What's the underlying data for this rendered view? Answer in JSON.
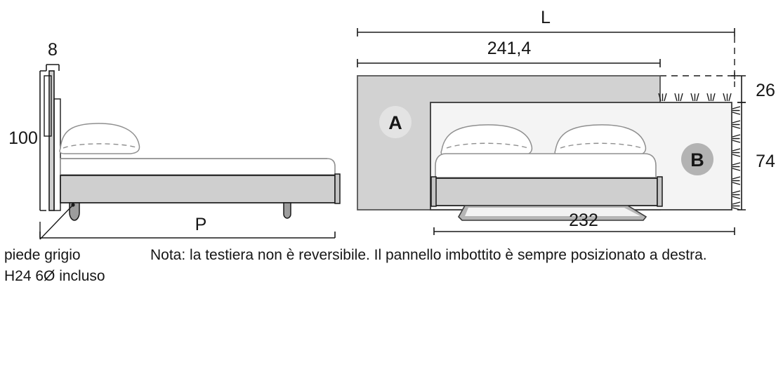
{
  "drawing": {
    "title": "Bed dimensional drawing",
    "side_view": {
      "name": "side-elevation",
      "dimensions": {
        "headboard_thickness": "8",
        "headboard_height": "100",
        "depth_label": "P"
      },
      "callout": {
        "line1": "piede grigio",
        "line2": "H24 6Ø incluso"
      }
    },
    "front_view": {
      "name": "front-elevation",
      "dimensions": {
        "overall_length": "L",
        "panel_length": "241,4",
        "bed_width": "232",
        "top_band_height": "26",
        "panel_height": "74"
      },
      "zones": {
        "a_label": "A",
        "b_label": "B"
      }
    },
    "note": "Nota: la testiera non è reversibile. Il pannello imbottito è sempre posizionato a destra."
  },
  "colors": {
    "line": "#1a1a1a",
    "thin_line": "#6f6f6f",
    "panel_a_fill": "#d2d2d2",
    "panel_b_fill": "#f4f4f4",
    "frame_fill": "#cfcfcf",
    "mattress_fill": "#ffffff",
    "leg_fill": "#9d9d9d",
    "badge_b_fill": "#b3b3b3",
    "badge_a_fill": "#e3e3e3"
  }
}
